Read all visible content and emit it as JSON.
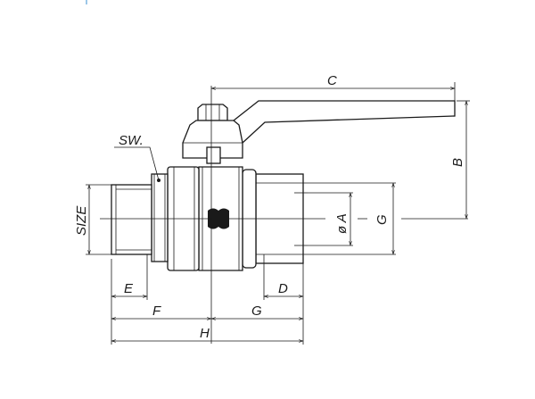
{
  "drawing": {
    "labels": {
      "c": "C",
      "b": "B",
      "sw": "SW.",
      "size": "SIZE",
      "a": "ø A",
      "g_right": "G",
      "e": "E",
      "d": "D",
      "f": "F",
      "g_bottom": "G",
      "h": "H"
    },
    "colors": {
      "line": "#1a1a1a",
      "accent_mark": "#3a8fd0"
    }
  }
}
